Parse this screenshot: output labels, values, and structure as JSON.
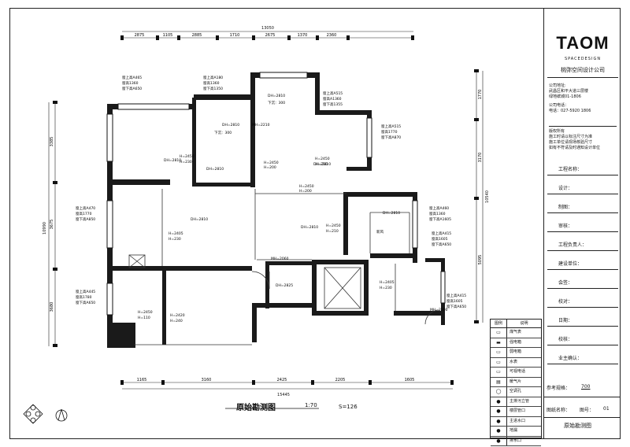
{
  "title_block": {
    "logo": "TAOM",
    "logo_sub": "SPACEDESIGN",
    "company": "桃弥空间设计公司",
    "address_label": "公司地址:",
    "address_lines": [
      "武昌区和平大道三层楼",
      "绿地缤城01-1806"
    ],
    "phone_label": "公司电话：",
    "phone": "电话：027-5920 1806",
    "copyright_lines": [
      "版权所有",
      "施工时请以标注尺寸为准",
      "施工单位请现场核验尺寸",
      "如有不符请及时通知设计单位"
    ],
    "fields": [
      "工程名称：",
      "设计：",
      "制图：",
      "审核：",
      "工程负责人：",
      "建设单位：",
      "会签：",
      "校对：",
      "日期：",
      "校核：",
      "业主确认："
    ],
    "ref_label": "参考规格：",
    "ref_value": "700",
    "drawing_name_label": "图纸名称：",
    "drawing_no_label": "图号：",
    "drawing_no": "01",
    "drawing_name": "原始勘测图"
  },
  "legend": {
    "header_symbol": "图例",
    "header_label": "说明",
    "items": [
      "煤气表",
      "强电箱",
      "弱电箱",
      "水表",
      "可视电话",
      "暖气片",
      "空调孔",
      "主排污立管",
      "楼层管口",
      "主进水口",
      "地漏",
      "排水口"
    ]
  },
  "plan": {
    "title": "原始勘测图",
    "scale": "1:70",
    "s_value": "S=126",
    "top_total": "13050",
    "top_dims": [
      "2875",
      "1105",
      "2885",
      "1710",
      "2675",
      "1370",
      "2360"
    ],
    "bottom_total": "15445",
    "bottom_dims": [
      "1165",
      "3160",
      "2425",
      "2205",
      "1605"
    ],
    "left_total": "10990",
    "left_dims": [
      "3385",
      "3675",
      "3680"
    ],
    "right_total": "10540",
    "right_dims": [
      "1770",
      "3170",
      "5095"
    ],
    "labels": [
      "窗上高A465",
      "窗高1360",
      "窗下高A650",
      "窗上高A180",
      "窗高1360",
      "窗下高1350",
      "窗上高A515",
      "窗高A1360",
      "窗下高1355",
      "窗上高A515",
      "窗高1770",
      "窗下高A870",
      "窗上高A470",
      "窗高1770",
      "窗下高A850",
      "窗上高A460",
      "窗高1360",
      "窗下高A1605",
      "窗上高A415",
      "窗高1605",
      "窗下高A650",
      "窗上高A445",
      "窗高1780",
      "窗下高A650",
      "窗上高A415",
      "窗高1605",
      "窗下高A650",
      "DH=2810",
      "DH=2810",
      "DH=2810",
      "DH=2810",
      "DH=2810",
      "DH=2810",
      "DH=2810",
      "DH=2810",
      "DH=2825",
      "下沉：300",
      "下沉：300",
      "H=2450",
      "H=230",
      "H=2450",
      "H=200",
      "H=2450",
      "H=210",
      "H=2450",
      "H=200",
      "H=2450",
      "H=210",
      "H=2405",
      "H=230",
      "H=2420",
      "H=240",
      "H=2450",
      "H=110",
      "H=2405",
      "H=230",
      "新风",
      "MH=2210",
      "MH=2060",
      "MH=2200"
    ]
  }
}
